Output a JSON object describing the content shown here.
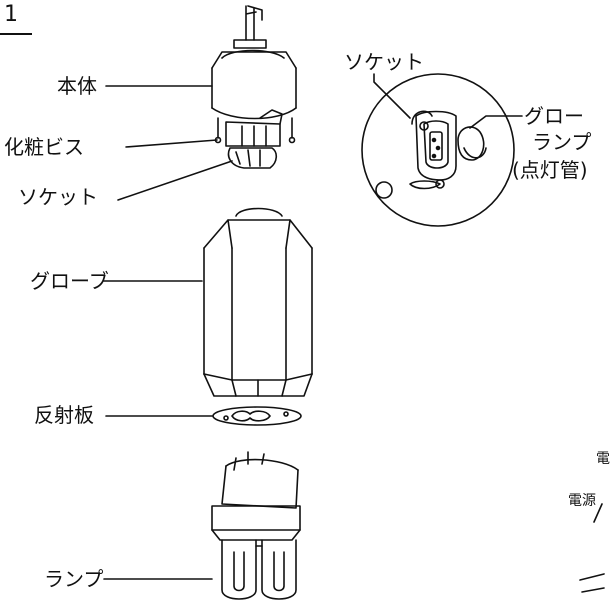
{
  "figure_number": "1",
  "callouts": {
    "body": "本体",
    "screw": "化粧ビス",
    "socket": "ソケット",
    "globe": "グローブ",
    "reflector": "反射板",
    "lamp": "ランプ"
  },
  "socket_detail": {
    "socket": "ソケット",
    "glow_lamp_line1": "グロー",
    "glow_lamp_line2": "ランプ",
    "glow_lamp_line3": "(点灯管)"
  },
  "edge_labels": {
    "partial_1": "電",
    "partial_2": "電源"
  }
}
